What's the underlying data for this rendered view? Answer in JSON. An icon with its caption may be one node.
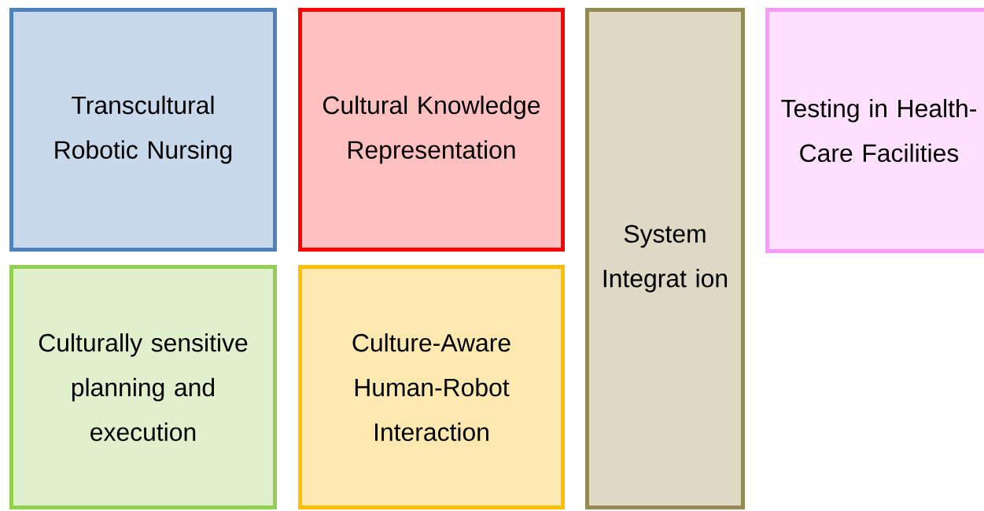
{
  "diagram": {
    "nodes": [
      {
        "text": [
          "Transcultural Robotic Nursing"
        ]
      },
      {
        "text": [
          "Cultural Knowledge Representation"
        ]
      },
      {
        "text": [
          "System Integrat ion"
        ]
      },
      {
        "text": [
          "Testing in Health-Care Facilities"
        ]
      },
      {
        "text": [
          "Culturally sensitive planning and execution"
        ]
      },
      {
        "text": [
          "Culture-Aware Human-Robot Interaction"
        ]
      }
    ]
  }
}
